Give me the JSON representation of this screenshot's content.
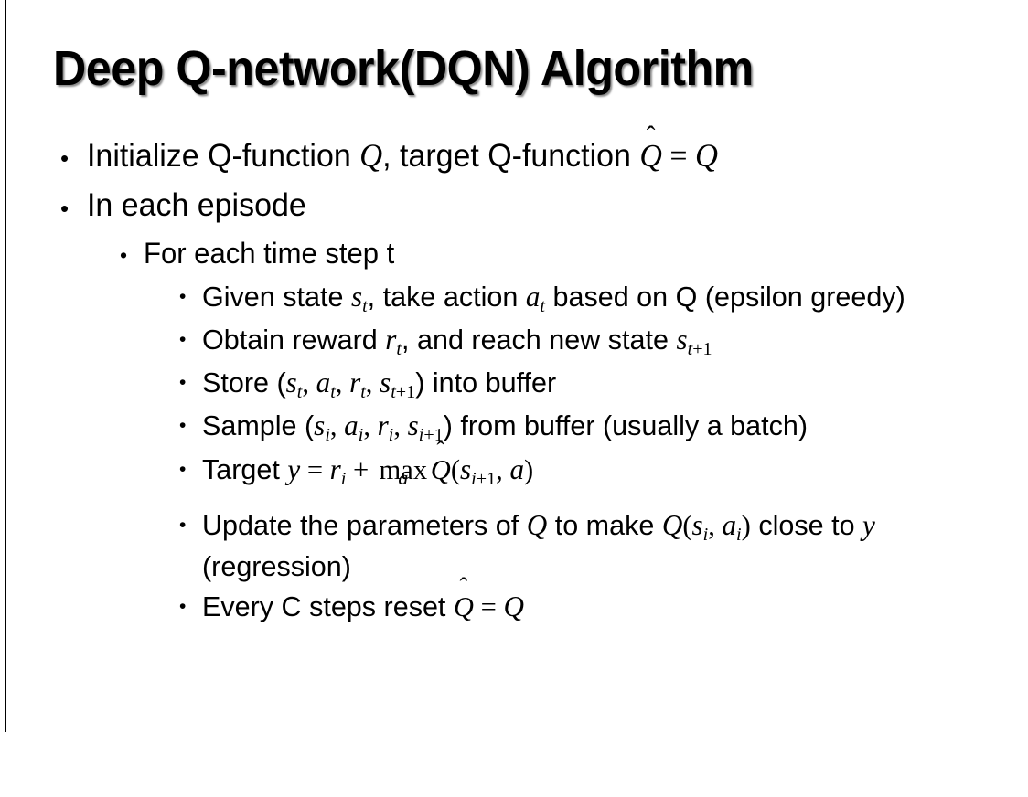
{
  "slide": {
    "title": "Deep Q-network(DQN) Algorithm",
    "background_color": "#ffffff",
    "text_color": "#000000",
    "edge_accent_color": "#000000",
    "bullet_glyph": "•"
  },
  "content": {
    "level1": [
      {
        "id": "initialize",
        "prefix": "Initialize Q-function ",
        "var1": "Q",
        "mid": ", target Q-function ",
        "qhat": "Q",
        "hat": "̂",
        "eq": " = ",
        "var2": "Q"
      },
      {
        "id": "in-each-episode",
        "text": "In each episode"
      }
    ],
    "level2": [
      {
        "id": "for-each-time-step",
        "text": "For each time step t"
      }
    ],
    "level3": [
      {
        "id": "given-state",
        "parts": {
          "p1": "Given state ",
          "s": "s",
          "s_sub": "t",
          "p2": ", take action ",
          "a": "a",
          "a_sub": "t",
          "p3": " based on Q (epsilon greedy)"
        }
      },
      {
        "id": "obtain-reward",
        "parts": {
          "p1": "Obtain reward ",
          "r": "r",
          "r_sub": "t",
          "p2": ", and reach new state ",
          "s": "s",
          "s_sub_i": "t",
          "s_sub_op": "+",
          "s_sub_n": "1"
        }
      },
      {
        "id": "store-transition",
        "parts": {
          "p1": "Store (",
          "s": "s",
          "s_sub": "t",
          "c1": ", ",
          "a": "a",
          "a_sub": "t",
          "c2": ", ",
          "r": "r",
          "r_sub": "t",
          "c3": ", ",
          "s2": "s",
          "s2_sub_i": "t",
          "s2_sub_op": "+",
          "s2_sub_n": "1",
          "p2": ") into buffer"
        }
      },
      {
        "id": "sample-batch",
        "parts": {
          "p1": "Sample (",
          "s": "s",
          "s_sub": "i",
          "c1": ", ",
          "a": "a",
          "a_sub": "i",
          "c2": ", ",
          "r": "r",
          "r_sub": "i",
          "c3": ", ",
          "s2": "s",
          "s2_sub_i": "i",
          "s2_sub_op": "+",
          "s2_sub_n": "1",
          "p2": ") from buffer (usually a batch)"
        }
      },
      {
        "id": "target-y",
        "parts": {
          "p1": "Target ",
          "y": "y",
          "eq": " = ",
          "r": "r",
          "r_sub": "i",
          "plus": " + ",
          "max": "max",
          "max_lim": "a",
          "qhat": "Q",
          "hat": "̂",
          "paren_open": "(",
          "s": "s",
          "s_sub_i": "i",
          "s_sub_op": "+",
          "s_sub_n": "1",
          "comma": ", ",
          "a": "a",
          "paren_close": ")"
        }
      },
      {
        "id": "update-parameters",
        "parts": {
          "p1": "Update the parameters of ",
          "q1": "Q",
          "p2": " to make ",
          "q2": "Q",
          "paren_open": "(",
          "s": "s",
          "s_sub": "i",
          "comma": ", ",
          "a": "a",
          "a_sub": "i",
          "paren_close": ")",
          "p3": " close to ",
          "y": "y",
          "p4": " (regression)"
        }
      },
      {
        "id": "reset-target",
        "parts": {
          "p1": "Every C steps reset ",
          "qhat": "Q",
          "hat": "̂",
          "eq": " = ",
          "q": "Q"
        }
      }
    ]
  }
}
